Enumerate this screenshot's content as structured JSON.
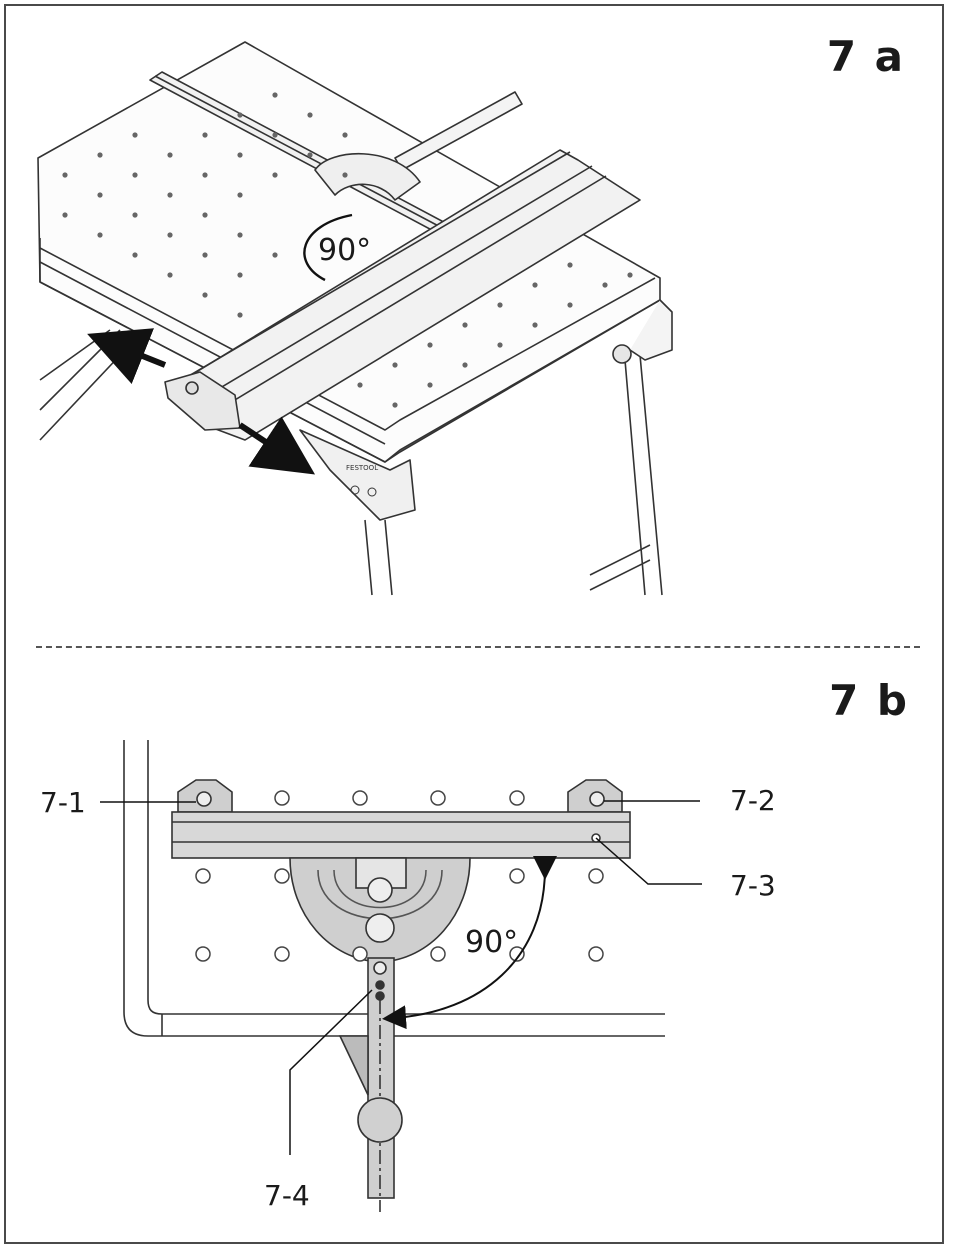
{
  "panels": {
    "a": {
      "label": "7 a",
      "angle_label": "90°"
    },
    "b": {
      "label": "7 b",
      "angle_label": "90°"
    }
  },
  "callouts": {
    "c1": "7-1",
    "c2": "7-2",
    "c3": "7-3",
    "c4": "7-4"
  },
  "brand_plate": "FESTOOL"
}
